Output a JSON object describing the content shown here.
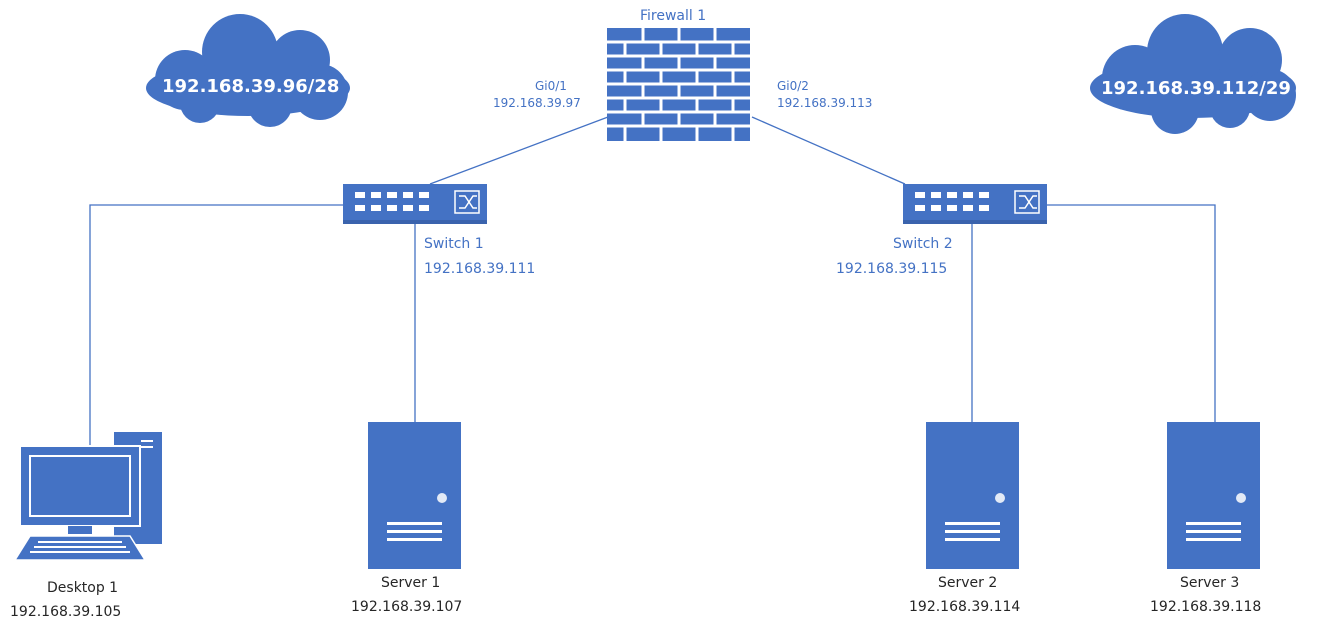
{
  "clouds": {
    "left": {
      "text": "192.168.39.96/28"
    },
    "right": {
      "text": "192.168.39.112/29"
    }
  },
  "firewall": {
    "name": "Firewall 1",
    "gi01": {
      "port": "Gi0/1",
      "ip": "192.168.39.97"
    },
    "gi02": {
      "port": "Gi0/2",
      "ip": "192.168.39.113"
    }
  },
  "switch1": {
    "name": "Switch 1",
    "ip": "192.168.39.111"
  },
  "switch2": {
    "name": "Switch 2",
    "ip": "192.168.39.115"
  },
  "desktop1": {
    "name": "Desktop 1",
    "ip": "192.168.39.105"
  },
  "server1": {
    "name": "Server 1",
    "ip": "192.168.39.107"
  },
  "server2": {
    "name": "Server 2",
    "ip": "192.168.39.114"
  },
  "server3": {
    "name": "Server 3",
    "ip": "192.168.39.118"
  },
  "colors": {
    "device": "#4472C4",
    "line": "#4472C4",
    "label": "#4472C4",
    "text": "#262626"
  }
}
